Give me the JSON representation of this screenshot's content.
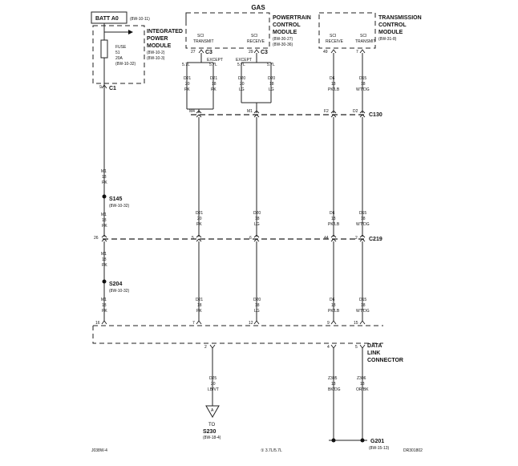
{
  "title": "GAS",
  "batt": {
    "name": "BATT A0",
    "ref": "(8W-10-11)"
  },
  "ipm": {
    "name_l1": "INTEGRATED",
    "name_l2": "POWER",
    "name_l3": "MODULE",
    "refs": [
      "(8W-10-2)",
      "(8W-10-3)"
    ],
    "fuse": [
      "FUSE",
      "51",
      "20A",
      "(8W-10-32)"
    ],
    "pin": "9",
    "conn": "C1"
  },
  "pcm": {
    "name_l1": "POWERTRAIN",
    "name_l2": "CONTROL",
    "name_l3": "MODULE",
    "refs": [
      "(8W-30-27)",
      "(8W-30-36)"
    ],
    "transmit": {
      "l1": "SCI",
      "l2": "TRANSMIT",
      "pin": "27",
      "conn": "C3"
    },
    "receive": {
      "l1": "SCI",
      "l2": "RECEIVE",
      "pin": "29",
      "conn": "C3"
    }
  },
  "tcm": {
    "name_l1": "TRANSMISSION",
    "name_l2": "CONTROL",
    "name_l3": "MODULE",
    "ref": "(8W-31-8)",
    "receive": {
      "l1": "SCI",
      "l2": "RECEIVE",
      "pin": "49"
    },
    "transmit": {
      "l1": "SCI",
      "l2": "TRANSMIT",
      "pin": "7"
    }
  },
  "variants": {
    "v1": "5.7L",
    "except": "EXCEPT",
    "v2": "5.7L"
  },
  "wires": {
    "d21a": [
      "D21",
      "20",
      "PK"
    ],
    "d21b": [
      "D21",
      "18",
      "PK"
    ],
    "d20a": [
      "D20",
      "20",
      "LG"
    ],
    "d20b": [
      "D20",
      "18",
      "LG"
    ],
    "d6": [
      "D6",
      "18",
      "PK/LB"
    ],
    "d15": [
      "D15",
      "18",
      "WT/DG"
    ],
    "m1": [
      "M1",
      "18",
      "PK"
    ],
    "d21_mid": [
      "D21",
      "20",
      "PK"
    ],
    "d20_mid": [
      "D20",
      "18",
      "LG"
    ],
    "d21_low": [
      "D21",
      "18",
      "PK"
    ],
    "d20_low": [
      "D20",
      "18",
      "LG"
    ],
    "d25": [
      "D25",
      "20",
      "LB/VT"
    ],
    "z305": [
      "Z305",
      "18",
      "BK/DG"
    ],
    "z306": [
      "Z306",
      "18",
      "OR/BK"
    ]
  },
  "c130": {
    "name": "C130",
    "pins": [
      "M4",
      "M1",
      "F2",
      "D2"
    ]
  },
  "c219": {
    "name": "C219",
    "pins": [
      "26",
      "5",
      "6",
      "44",
      "2"
    ]
  },
  "splices": {
    "s145": {
      "name": "S145",
      "ref": "(8W-10-32)"
    },
    "s204": {
      "name": "S204",
      "ref": "(8W-10-32)"
    }
  },
  "dlc": {
    "name_l1": "DATA",
    "name_l2": "LINK",
    "name_l3": "CONNECTOR",
    "top_pins": [
      "16",
      "7",
      "12",
      "9",
      "15"
    ],
    "bottom_pins": [
      "2",
      "4",
      "5"
    ]
  },
  "to": {
    "letter": "A",
    "l1": "TO",
    "l2": "S230",
    "ref": "(8W-18-4)"
  },
  "ground": {
    "name": "G201",
    "ref": "(8W-15-13)"
  },
  "footer": {
    "left": "J038W-4",
    "center": "① 3.7L/5.7L",
    "right": "DR301802"
  }
}
